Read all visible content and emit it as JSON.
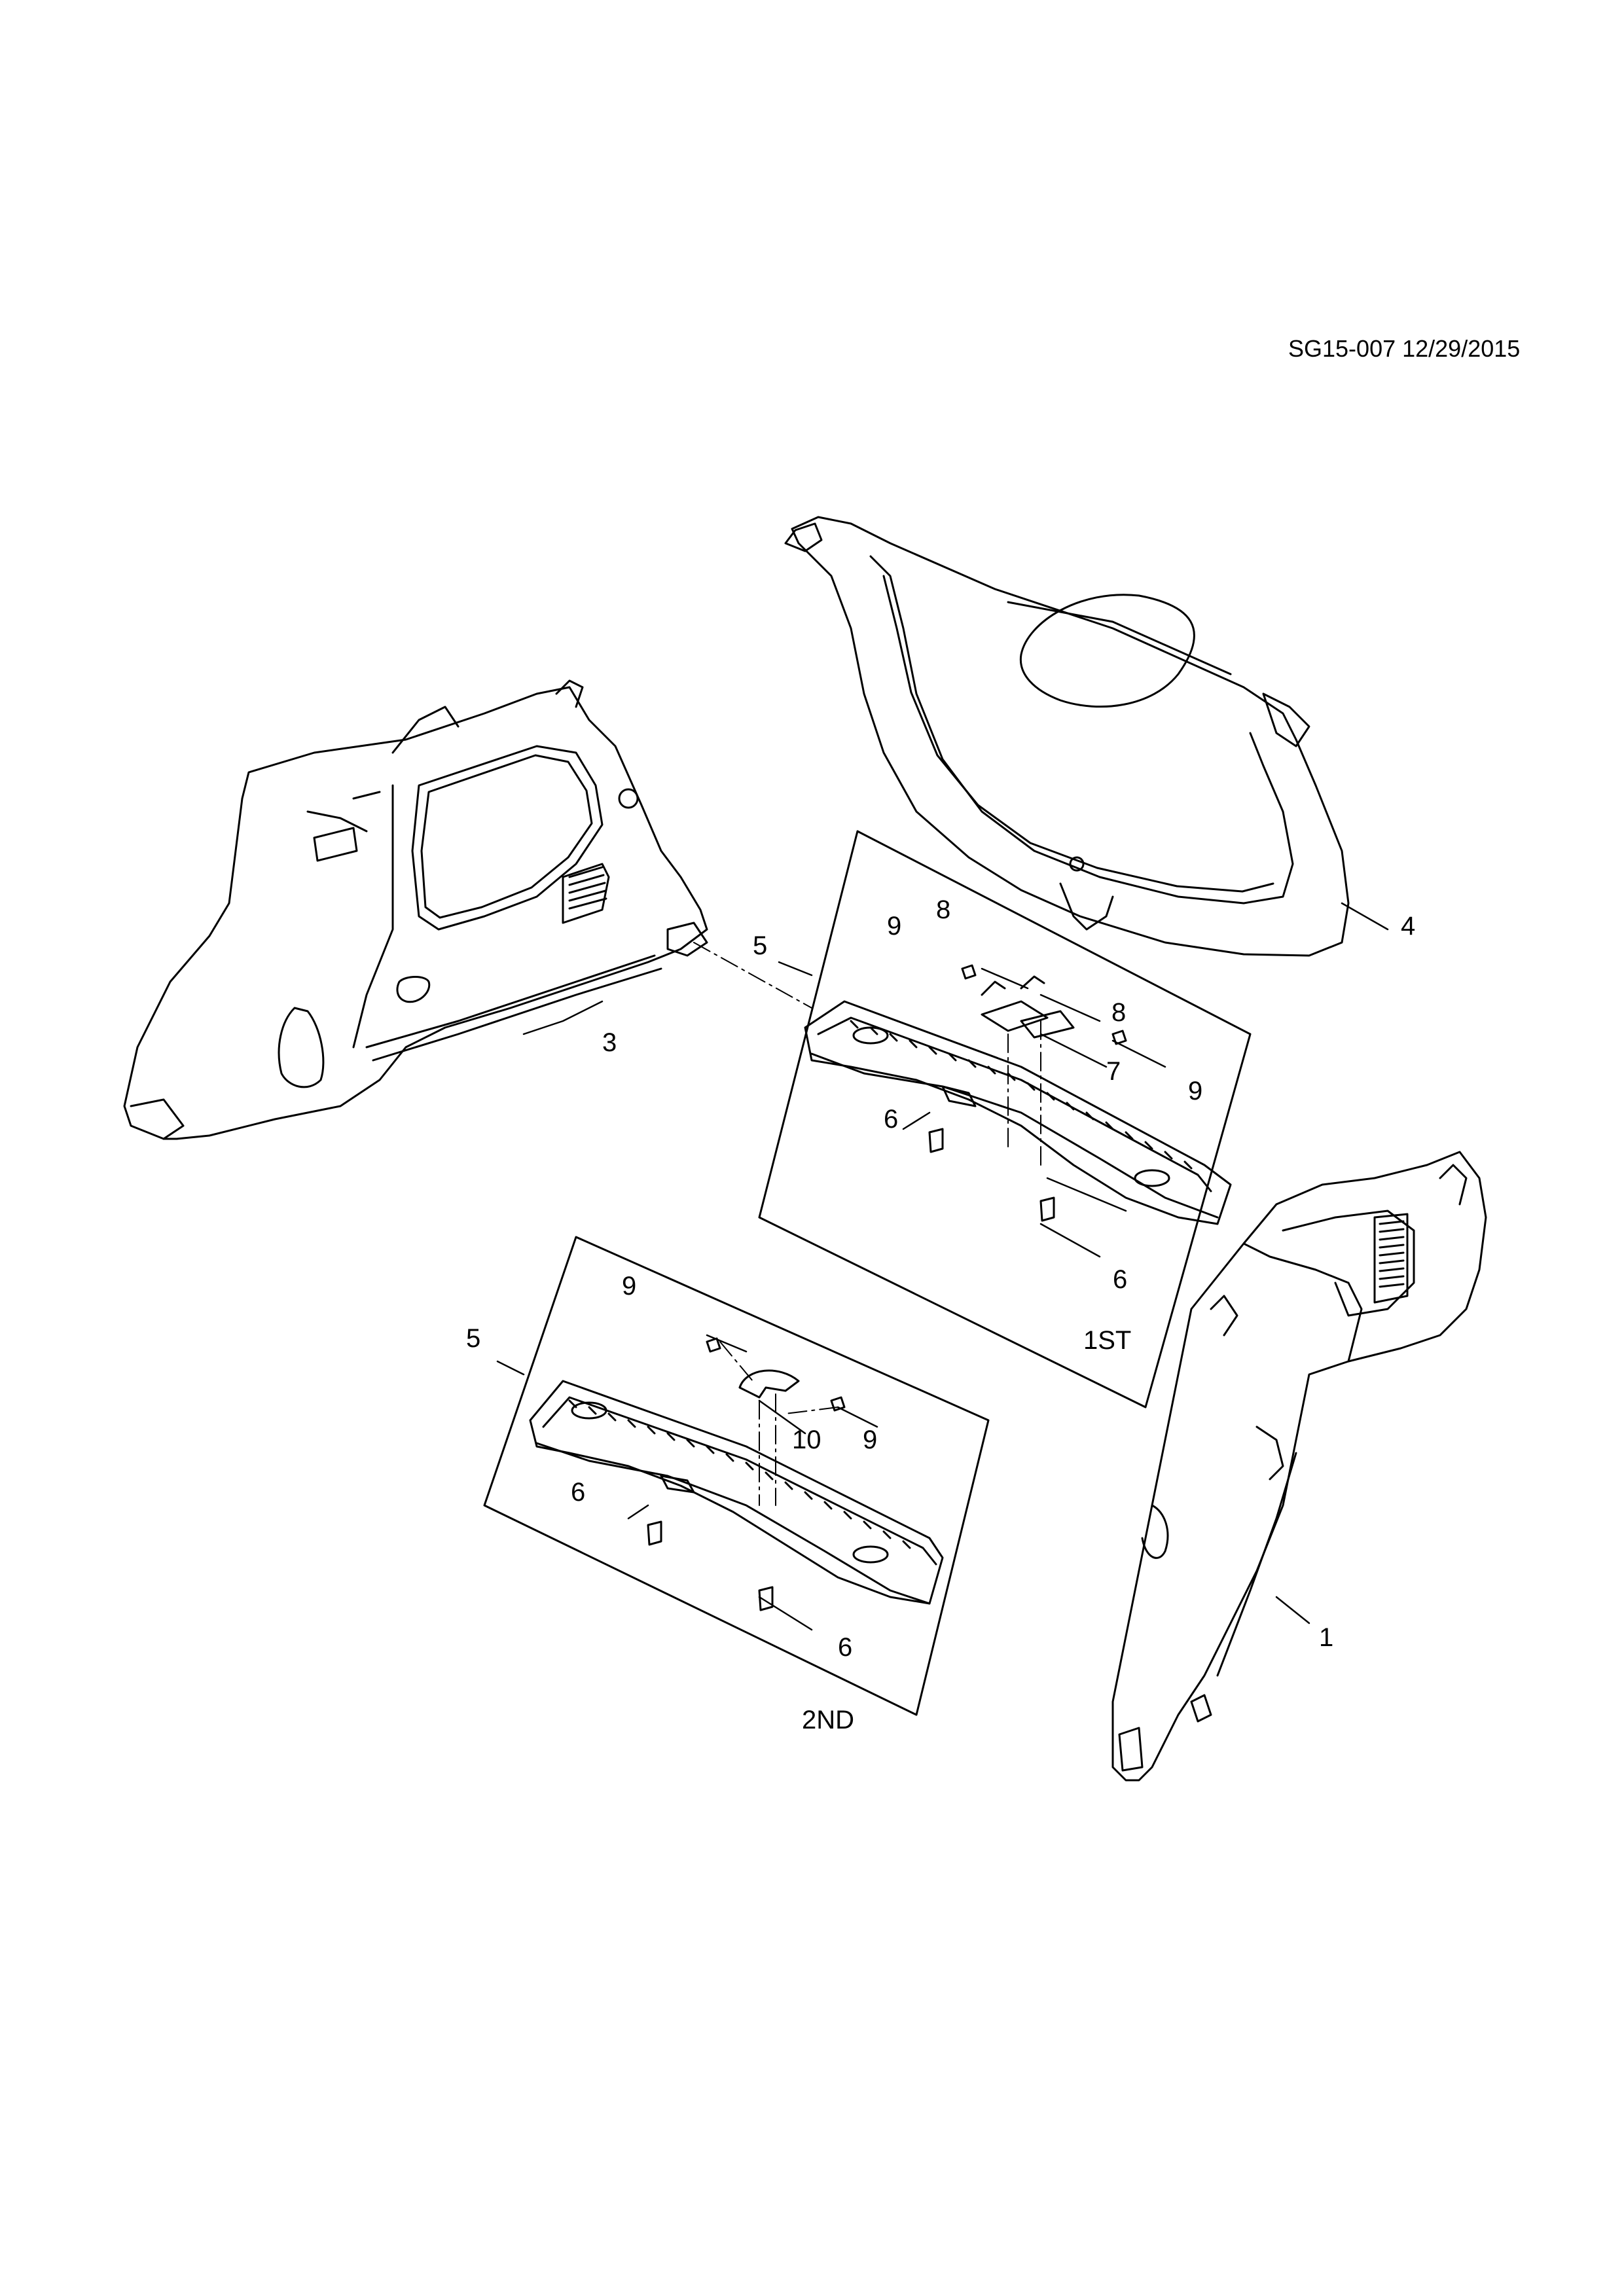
{
  "header": {
    "drawing_code": "SG15-007 12/29/2015"
  },
  "callouts": {
    "rear_trim_panel": "1",
    "side_trim_panel": "3",
    "liftgate_trim_panel": "4",
    "sill_plate_1st": "5",
    "sill_plate_2nd": "5",
    "clip_1st_a": "6",
    "clip_1st_b": "6",
    "clip_2nd_a": "6",
    "clip_2nd_b": "6",
    "cover_1st": "7",
    "bracket_1st_a": "8",
    "bracket_1st_b": "8",
    "screw_1st_a": "9",
    "screw_1st_b": "9",
    "screw_2nd_a": "9",
    "screw_2nd_b": "9",
    "cover_2nd": "10"
  },
  "insets": {
    "first_label": "1ST",
    "second_label": "2ND"
  },
  "colors": {
    "line": "#000000",
    "background": "#ffffff"
  }
}
